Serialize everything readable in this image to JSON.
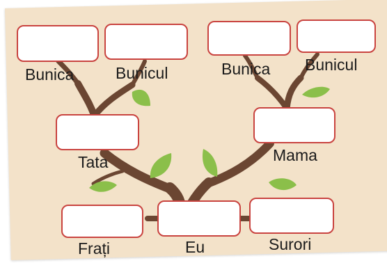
{
  "labels": {
    "grandmother_left": "Bunica",
    "grandfather_left": "Bunicul",
    "grandmother_right": "Bunica",
    "grandfather_right": "Bunicul",
    "father": "Tata",
    "mother": "Mama",
    "brothers": "Frați",
    "me": "Eu",
    "sisters": "Surori"
  },
  "colors": {
    "background": "#f3e2c9",
    "branch": "#6b4632",
    "leaf": "#8bbf4a",
    "box_border": "#c9433f",
    "box_fill": "#ffffff"
  }
}
